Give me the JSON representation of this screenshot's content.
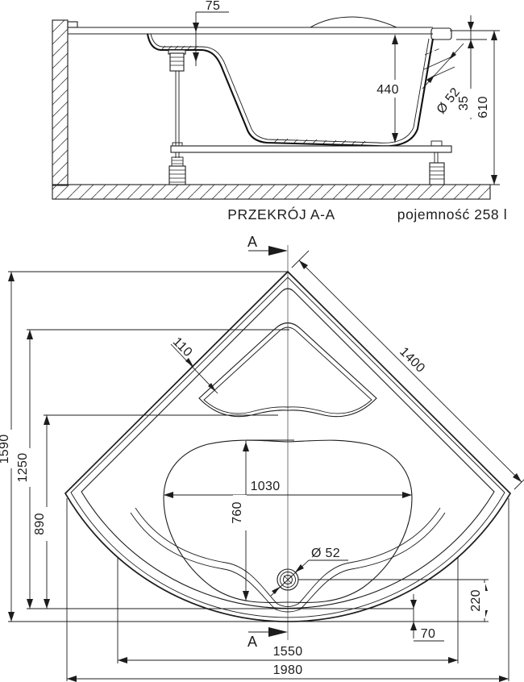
{
  "section_view": {
    "caption": "PRZEKRÓJ A-A",
    "capacity_label": "pojemność 258 l",
    "dims": {
      "rim_to_seat": "75",
      "inner_depth": "440",
      "overflow_diameter": "Ø 52",
      "overflow_from_rim": "35",
      "overall_height": "610"
    }
  },
  "plan_view": {
    "section_marker": "A",
    "dims": {
      "overall_depth": "1590",
      "inner_depth": "1250",
      "bowl_bottom_depth": "890",
      "rim_width": "110",
      "side_length": "1400",
      "bowl_width": "1030",
      "bowl_length": "760",
      "drain_diameter": "Ø 52",
      "drain_to_front": "220",
      "front_rim_width": "70",
      "front_width": "1550",
      "overall_width": "1980"
    }
  }
}
